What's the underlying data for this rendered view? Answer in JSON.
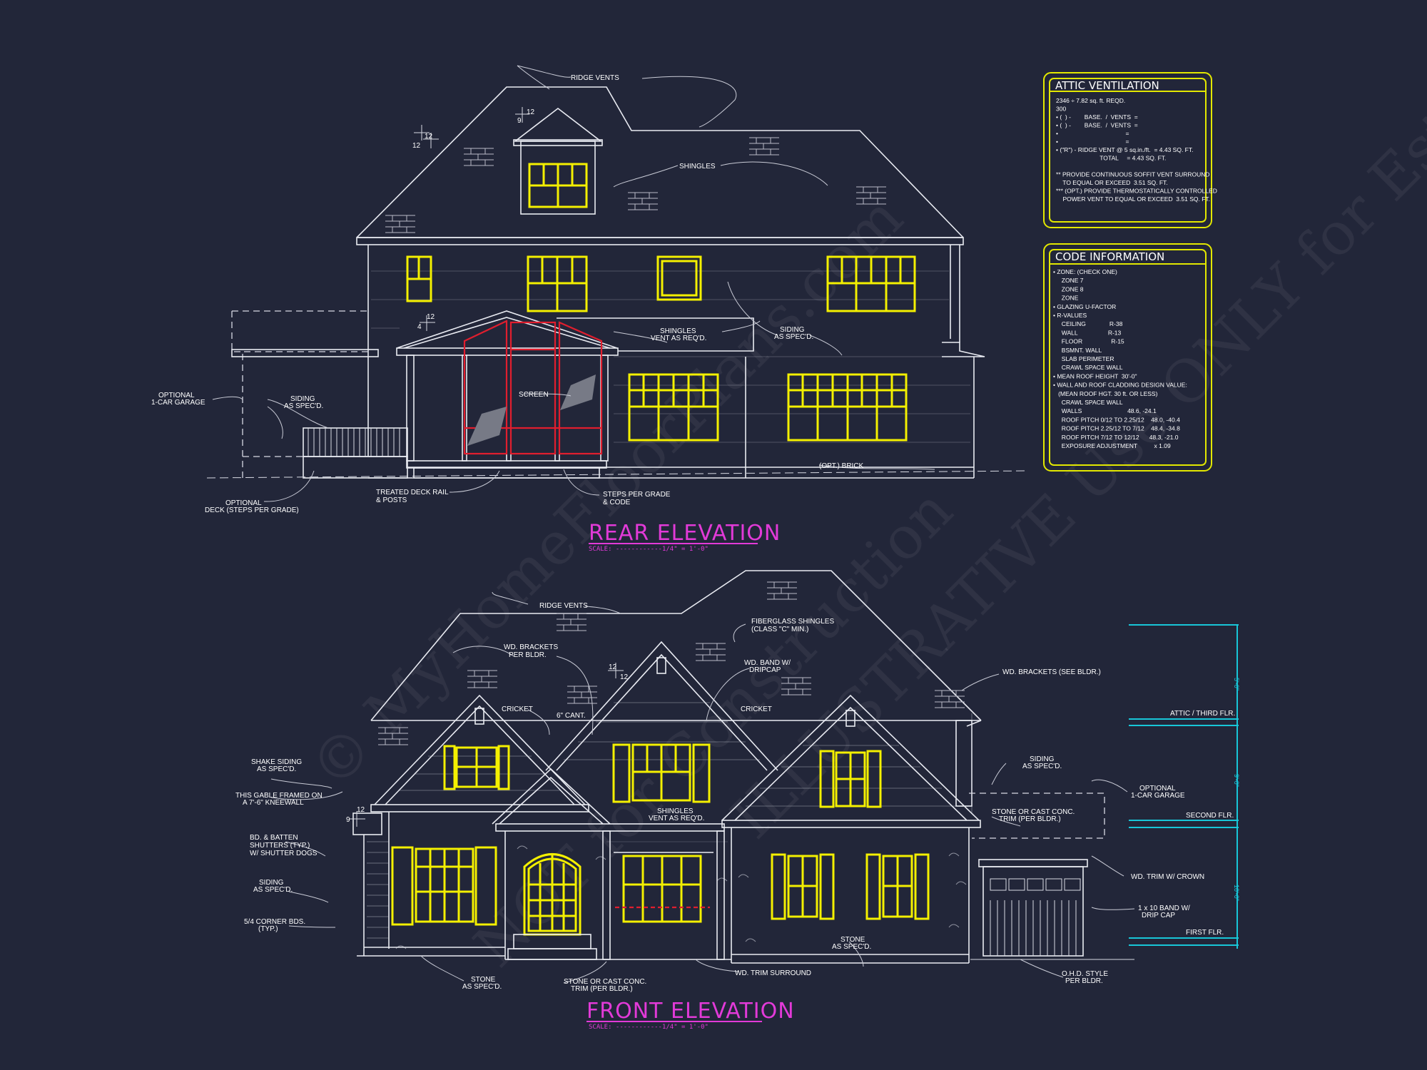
{
  "watermark": {
    "line1": "© MyHomeFloorPlans.com",
    "line2": "NOT for Construction",
    "line3": "ILLUSTRATIVE Use ONLY for Estimating"
  },
  "rear": {
    "title": "REAR ELEVATION",
    "scale": "SCALE: ------------1/4\" = 1'-0\"",
    "labels": {
      "ridge_vents": "RIDGE VENTS",
      "shingles": "SHINGLES",
      "pitch_12a": "12",
      "pitch_12a_rise": "12",
      "pitch_9": "9",
      "pitch_9_run": "12",
      "pitch_4": "4",
      "pitch_4_run": "12",
      "shingles_vent_1": "SHINGLES",
      "shingles_vent_2": "VENT AS REQ'D.",
      "siding_r_1": "SIDING",
      "siding_r_2": "AS SPEC'D.",
      "siding_l_1": "SIDING",
      "siding_l_2": "AS SPEC'D.",
      "opt_garage_1": "OPTIONAL",
      "opt_garage_2": "1-CAR GARAGE",
      "screen": "SCREEN",
      "brick": "(OPT.) BRICK",
      "deck_1": "OPTIONAL",
      "deck_2": "DECK (STEPS PER GRADE)",
      "rail_1": "TREATED DECK RAIL",
      "rail_2": "& POSTS",
      "steps_1": "STEPS PER GRADE",
      "steps_2": "& CODE"
    }
  },
  "front": {
    "title": "FRONT ELEVATION",
    "scale": "SCALE: ------------1/4\" = 1'-0\"",
    "labels": {
      "ridge_vents": "RIDGE VENTS",
      "fiberglass_1": "FIBERGLASS SHINGLES",
      "fiberglass_2": "(CLASS \"C\" MIN.)",
      "brackets_1": "WD. BRACKETS",
      "brackets_2": "PER BLDR.",
      "band_1": "WD. BAND W/",
      "band_2": "DRIPCAP",
      "brackets_see": "WD. BRACKETS (SEE BLDR.)",
      "pitch_12": "12",
      "pitch_12_rise": "12",
      "cricket_l": "CRICKET",
      "cant": "6\" CANT.",
      "cricket_r": "CRICKET",
      "shake_1": "SHAKE SIDING",
      "shake_2": "AS SPEC'D.",
      "gable_1": "THIS GABLE FRAMED ON",
      "gable_2": "A 7'-6\" KNEEWALL",
      "pitch_9": "9",
      "pitch_9_run": "12",
      "shingles_vent_1": "SHINGLES",
      "shingles_vent_2": "VENT AS REQ'D.",
      "bb_1": "BD. & BATTEN",
      "bb_2": "SHUTTERS (TYP.)",
      "bb_3": "W/ SHUTTER DOGS",
      "siding_l_1": "SIDING",
      "siding_l_2": "AS SPEC'D.",
      "corner_1": "5/4 CORNER BDS.",
      "corner_2": "(TYP.)",
      "siding_r_1": "SIDING",
      "siding_r_2": "AS SPEC'D.",
      "opt_garage_1": "OPTIONAL",
      "opt_garage_2": "1-CAR GARAGE",
      "stone_trim_r_1": "STONE OR CAST CONC.",
      "stone_trim_r_2": "TRIM (PER BLDR.)",
      "trim_crown": "WD. TRIM W/ CROWN",
      "band_drip_1": "1 x 10 BAND W/",
      "band_drip_2": "DRIP CAP",
      "stone_m_1": "STONE",
      "stone_m_2": "AS SPEC'D.",
      "stone_l_1": "STONE",
      "stone_l_2": "AS SPEC'D.",
      "stone_trim_1": "STONE OR CAST CONC.",
      "stone_trim_2": "TRIM (PER BLDR.)",
      "trim_surround": "WD. TRIM SURROUND",
      "ohd_1": "O.H.D. STYLE",
      "ohd_2": "PER BLDR.",
      "dim_top": "5'-0\"",
      "dim_mid": "9'-0\"",
      "dim_low": "10'-0\""
    },
    "levels": [
      "ATTIC / THIRD FLR.",
      "SECOND FLR.",
      "FIRST FLR."
    ]
  },
  "attic": {
    "title": "ATTIC VENTILATION",
    "lines": [
      "2346 ÷ 7.82 sq. ft. REQD.",
      "300",
      "• (  ) -        BASE.  /  VENTS  =",
      "• (  ) -        BASE.  /  VENTS  =",
      "•                                        =",
      "•                                        =",
      "• (\"R\") - RIDGE VENT @ 5 sq.in./ft.  = 4.43 SQ. FT.",
      "                          TOTAL     = 4.43 SQ. FT.",
      "",
      "** PROVIDE CONTINUOUS SOFFIT VENT SURROUND",
      "    TO EQUAL OR EXCEED  3.51 SQ. FT.",
      "*** (OPT.) PROVIDE THERMOSTATICALLY CONTROLLED",
      "    POWER VENT TO EQUAL OR EXCEED  3.51 SQ. FT."
    ]
  },
  "code": {
    "title": "CODE INFORMATION",
    "lines": [
      "• ZONE: (CHECK ONE)",
      "     ZONE 7",
      "     ZONE 8",
      "     ZONE",
      "• GLAZING U-FACTOR",
      "• R-VALUES",
      "     CEILING              R-38",
      "     WALL                  R-13",
      "     FLOOR                 R-15",
      "     BSMNT. WALL",
      "     SLAB PERIMETER",
      "     CRAWL SPACE WALL",
      "• MEAN ROOF HEIGHT  30'-0\"",
      "• WALL AND ROOF CLADDING DESIGN VALUE:",
      "   (MEAN ROOF HGT. 30 ft. OR LESS)",
      "     CRAWL SPACE WALL",
      "     WALLS                           48.6, -24.1",
      "     ROOF PITCH 0/12 TO 2.25/12    48.0, -40.4",
      "     ROOF PITCH 2.25/12 TO 7/12    48.4, -34.8",
      "     ROOF PITCH 7/12 TO 12/12      48.3, -21.0",
      "     EXPOSURE ADJUSTMENT          x 1.09"
    ]
  }
}
